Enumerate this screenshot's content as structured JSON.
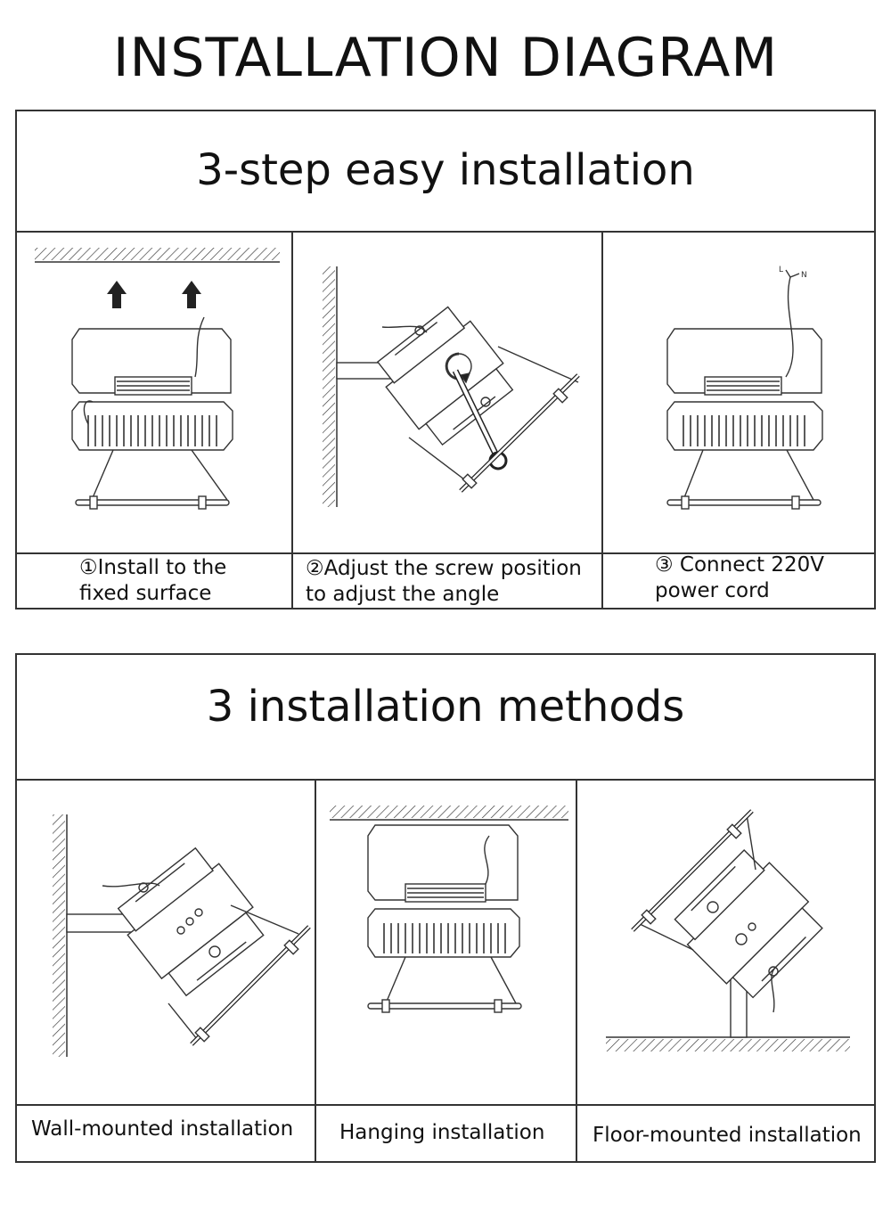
{
  "page": {
    "title": "INSTALLATION DIAGRAM"
  },
  "steps": {
    "heading": "3-step easy installation",
    "items": [
      {
        "lines": [
          "①Install to the",
          "fixed surface"
        ]
      },
      {
        "lines": [
          "②Adjust the screw position",
          "to adjust the angle"
        ]
      },
      {
        "lines": [
          "③ Connect 220V",
          "power cord"
        ]
      }
    ],
    "wire_labels": {
      "live": "L",
      "neutral": "N"
    }
  },
  "methods": {
    "heading": "3 installation methods",
    "items": [
      {
        "label": "Wall-mounted installation"
      },
      {
        "label": "Hanging installation"
      },
      {
        "label": "Floor-mounted installation"
      }
    ]
  }
}
